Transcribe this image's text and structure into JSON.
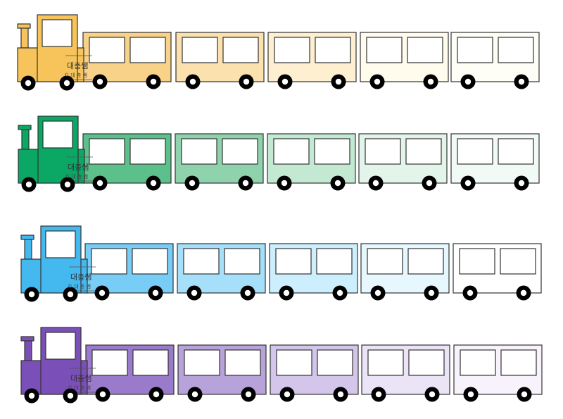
{
  "title": "",
  "watermark": {
    "name": "대충쌤",
    "copyright": "© 대 충 쌤"
  },
  "trains": [
    {
      "name": "yellow",
      "engine_color": "#f6c45a",
      "car_colors": [
        "#f9d28a",
        "#fbe1ad",
        "#fdefd0",
        "#fffcee",
        "#fefdf6"
      ]
    },
    {
      "name": "green",
      "engine_color": "#0aa765",
      "car_colors": [
        "#5cc08b",
        "#8fd3ad",
        "#c3e9d2",
        "#e3f5ea",
        "#f1faf4"
      ]
    },
    {
      "name": "blue",
      "engine_color": "#44b9f0",
      "car_colors": [
        "#77cdf6",
        "#a6dff9",
        "#cdeefc",
        "#e6f7fd",
        "#ffffff"
      ]
    },
    {
      "name": "purple",
      "engine_color": "#7b4fb8",
      "car_colors": [
        "#9a7acb",
        "#b8a2da",
        "#d3c6ea",
        "#ebe3f6",
        "#f7f2fc"
      ]
    }
  ]
}
